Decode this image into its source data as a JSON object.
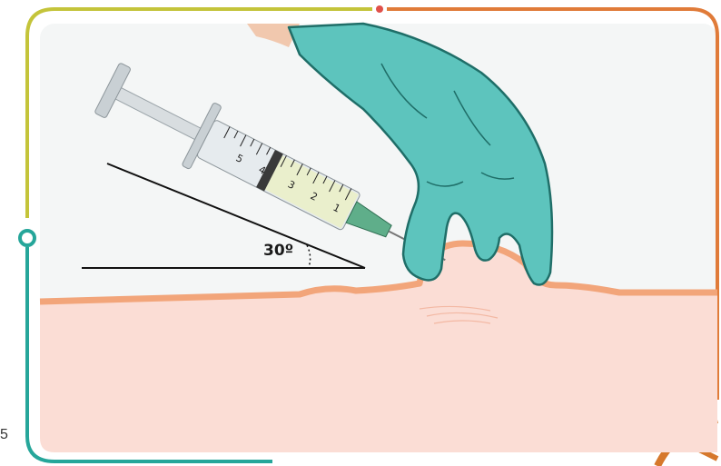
{
  "diagram": {
    "angle_label": "30º",
    "syringe_scale_labels": [
      "1",
      "2",
      "3",
      "4",
      "5"
    ],
    "page_number_fragment": "5"
  },
  "colors": {
    "frame_left": "#c4c43a",
    "frame_bottom": "#26a69a",
    "frame_right": "#e07b39",
    "frame_dot": "#e0504a",
    "glove": "#5dc4bd",
    "glove_outline": "#1f6e68",
    "skin_fill": "#fbddd5",
    "skin_edge": "#f2a57a",
    "background_panel": "#f4f6f6"
  },
  "icons": [
    "syringe",
    "gloved-hand",
    "skin-fold",
    "angle-guide"
  ]
}
